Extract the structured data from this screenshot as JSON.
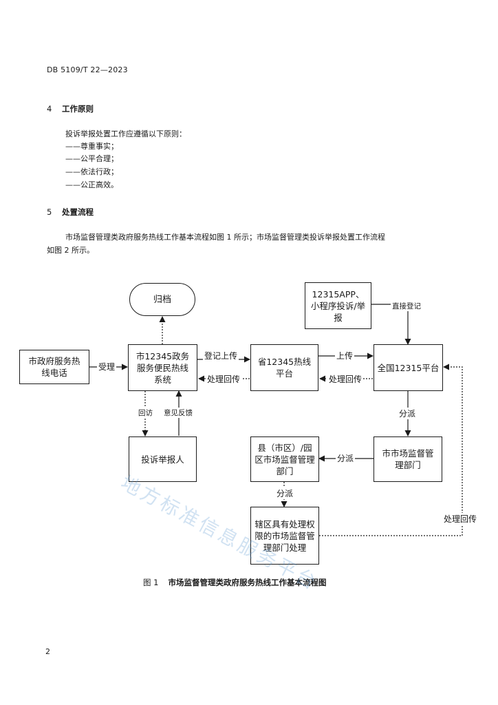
{
  "header": {
    "code": "DB 5109/T 22—2023"
  },
  "section4": {
    "number": "4",
    "title": "工作原则",
    "intro": "投诉举报处置工作应遵循以下原则：",
    "items": [
      "——尊重事实；",
      "——公平合理；",
      "——依法行政；",
      "——公正高效。"
    ]
  },
  "section5": {
    "number": "5",
    "title": "处置流程",
    "para_line1": "市场监督管理类政府服务热线工作基本流程如图 1 所示；市场监督管理类投诉举报处置工作流程",
    "para_line2": "如图 2 所示。"
  },
  "flowchart": {
    "archive": "归档",
    "hotline_phone": "市政府服务热线电话",
    "city_system": "市12345政务服务便民热线系统",
    "province": "省12345热线平台",
    "national": "全国12315平台",
    "app": "12315APP、小程序投诉/举报",
    "complainant": "投诉举报人",
    "city_market": "市市场监督管理部门",
    "county": "县（市区）/园区市场监督管理部门",
    "district": "辖区具有处理权限的市场监督管理部门处理",
    "labels": {
      "accept": "受理",
      "register_upload": "登记上传",
      "feedback_return1": "处理回传",
      "upload": "上传",
      "feedback_return2": "处理回传",
      "direct_register": "直接登记",
      "revisit": "回访",
      "opinion": "意见反馈",
      "dispatch1": "分派",
      "dispatch2": "分派",
      "dispatch3": "分派",
      "feedback_return3": "处理回传"
    },
    "caption_fig": "图 1",
    "caption_title": "市场监督管理类政府服务热线工作基本流程图"
  },
  "watermark": "地方标准信息服务平台",
  "page_number": "2"
}
